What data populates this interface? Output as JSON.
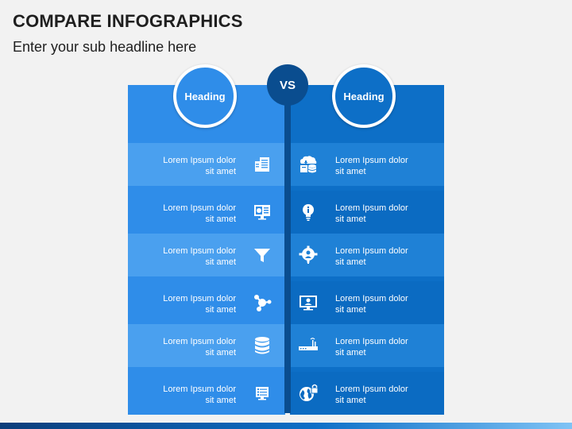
{
  "slide": {
    "title": "COMPARE INFOGRAPHICS",
    "subtitle": "Enter your sub headline here",
    "vs_label": "VS"
  },
  "left": {
    "heading": "Heading",
    "items": [
      {
        "line1": "Lorem Ipsum dolor",
        "line2": "sit amet",
        "icon": "server-rack-icon"
      },
      {
        "line1": "Lorem Ipsum dolor",
        "line2": "sit amet",
        "icon": "monitor-report-icon"
      },
      {
        "line1": "Lorem Ipsum dolor",
        "line2": "sit amet",
        "icon": "funnel-icon"
      },
      {
        "line1": "Lorem Ipsum dolor",
        "line2": "sit amet",
        "icon": "molecule-network-icon"
      },
      {
        "line1": "Lorem Ipsum dolor",
        "line2": "sit amet",
        "icon": "database-icon"
      },
      {
        "line1": "Lorem Ipsum dolor",
        "line2": "sit amet",
        "icon": "checklist-monitor-icon"
      }
    ]
  },
  "right": {
    "heading": "Heading",
    "items": [
      {
        "line1": "Lorem Ipsum dolor",
        "line2": "sit amet",
        "icon": "cloud-database-icon"
      },
      {
        "line1": "Lorem Ipsum dolor",
        "line2": "sit amet",
        "icon": "lightbulb-info-icon"
      },
      {
        "line1": "Lorem Ipsum dolor",
        "line2": "sit amet",
        "icon": "gear-person-icon"
      },
      {
        "line1": "Lorem Ipsum dolor",
        "line2": "sit amet",
        "icon": "video-call-icon"
      },
      {
        "line1": "Lorem Ipsum dolor",
        "line2": "sit amet",
        "icon": "router-icon"
      },
      {
        "line1": "Lorem Ipsum dolor",
        "line2": "sit amet",
        "icon": "globe-lock-icon"
      }
    ]
  },
  "colors": {
    "left_panel": "#2f8de9",
    "right_panel": "#0d6fc7",
    "divider": "#0a4d8f"
  }
}
